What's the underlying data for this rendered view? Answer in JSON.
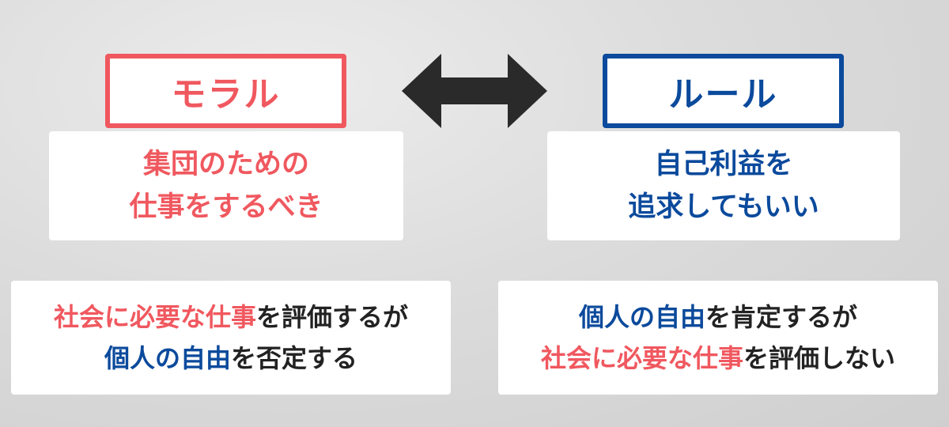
{
  "moral": {
    "title": "モラル",
    "description": [
      "集団のための",
      "仕事をするべき"
    ],
    "evaluation": {
      "line1": {
        "highlight": "社会に必要な仕事",
        "rest": "を評価するが"
      },
      "line2": {
        "highlight": "個人の自由",
        "rest": "を否定する"
      }
    }
  },
  "rule": {
    "title": "ルール",
    "description": [
      "自己利益を",
      "追求してもいい"
    ],
    "evaluation": {
      "line1": {
        "highlight": "個人の自由",
        "rest": "を肯定するが"
      },
      "line2": {
        "highlight": "社会に必要な仕事",
        "rest": "を評価しない"
      }
    }
  },
  "colors": {
    "moral_accent": "#f0585f",
    "rule_accent": "#0b4a9c",
    "arrow": "#2a2a2a",
    "text_dark": "#222222"
  },
  "icons": {
    "arrow": "double-headed-arrow-icon"
  }
}
